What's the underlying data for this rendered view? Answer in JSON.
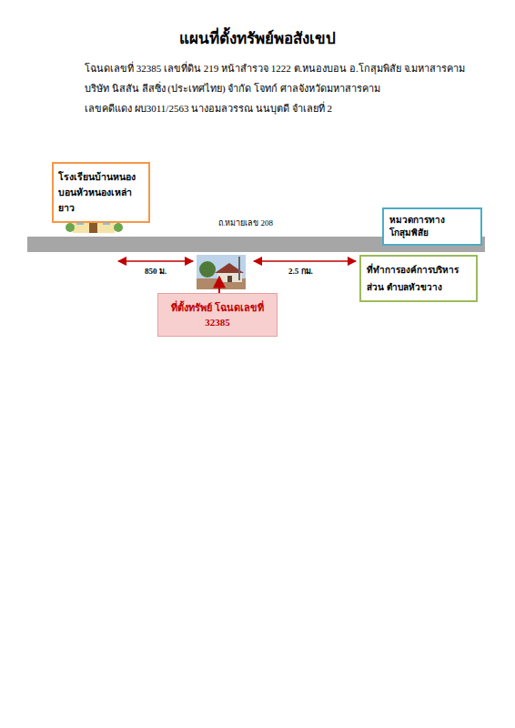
{
  "diagram": {
    "title": "แผนที่ตั้งทรัพย์พอสังเขป",
    "nodes": [
      {
        "text": [
          "โรงเรียนบ้านหนอง บอนหัวหนองเหล่ายาว"
        ]
      },
      {
        "text": [
          "หมวดการทางโกสุมพิสัย"
        ]
      },
      {
        "text": [
          "ที่ทำการองค์การบริหารส่วน ตำบลหัวขวาง"
        ]
      },
      {
        "text": [
          "ที่ตั้งทรัพย์ โฉนดเลขที่ 32385"
        ]
      }
    ],
    "labels": [
      "โฉนดเลขที่ 32385 เลขที่ดิน 219 หน้าสำรวจ 1222 ต.หนองบอน อ.โกสุมพิสัย จ.มหาสารคาม",
      "บริษัท นิสสัน ลีสซิ่ง (ประเทศไทย) จำกัด โจทก์  ศาลจังหวัดมหาสารคาม",
      "เลขคดีแดง ผบ3011/2563 นางอมลวรรณ นนบุตดี จำเลยที่ 2",
      "ถ.หมายเลข 208",
      "850 ม.",
      "2.5 กม."
    ]
  }
}
